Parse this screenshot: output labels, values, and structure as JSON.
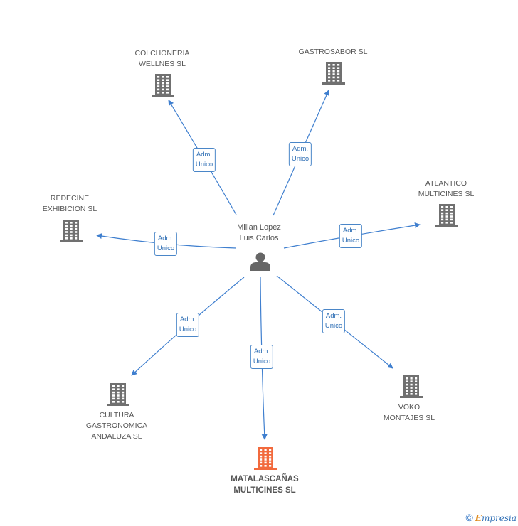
{
  "center": {
    "name": "Millan Lopez\nLuis Carlos",
    "icon": "person-icon",
    "color": "#666666"
  },
  "nodes": [
    {
      "id": "colchoneria",
      "name": "COLCHONERIA\nWELLNES  SL",
      "icon": "building-icon",
      "color": "#707070",
      "main": false
    },
    {
      "id": "gastrosabor",
      "name": "GASTROSABOR SL",
      "icon": "building-icon",
      "color": "#707070",
      "main": false
    },
    {
      "id": "atlantico",
      "name": "ATLANTICO\nMULTICINES SL",
      "icon": "building-icon",
      "color": "#707070",
      "main": false
    },
    {
      "id": "redecine",
      "name": "REDECINE\nEXHIBICION  SL",
      "icon": "building-icon",
      "color": "#707070",
      "main": false
    },
    {
      "id": "cultura",
      "name": "CULTURA\nGASTRONOMICA\nANDALUZA SL",
      "icon": "building-icon",
      "color": "#707070",
      "main": false
    },
    {
      "id": "voko",
      "name": "VOKO\nMONTAJES SL",
      "icon": "building-icon",
      "color": "#707070",
      "main": false
    },
    {
      "id": "matalascanas",
      "name": "MATALASCAÑAS\nMULTICINES SL",
      "icon": "building-icon",
      "color": "#f26a3d",
      "main": true
    }
  ],
  "edges": [
    {
      "to": "colchoneria",
      "label": "Adm.\nUnico"
    },
    {
      "to": "gastrosabor",
      "label": "Adm.\nUnico"
    },
    {
      "to": "atlantico",
      "label": "Adm.\nUnico"
    },
    {
      "to": "redecine",
      "label": "Adm.\nUnico"
    },
    {
      "to": "cultura",
      "label": "Adm.\nUnico"
    },
    {
      "to": "matalascanas",
      "label": "Adm.\nUnico"
    },
    {
      "to": "voko",
      "label": "Adm.\nUnico"
    }
  ],
  "edge_color": "#3f7fcf",
  "footer": {
    "copyright": "©",
    "brand_first": "E",
    "brand_rest": "mpresia"
  }
}
